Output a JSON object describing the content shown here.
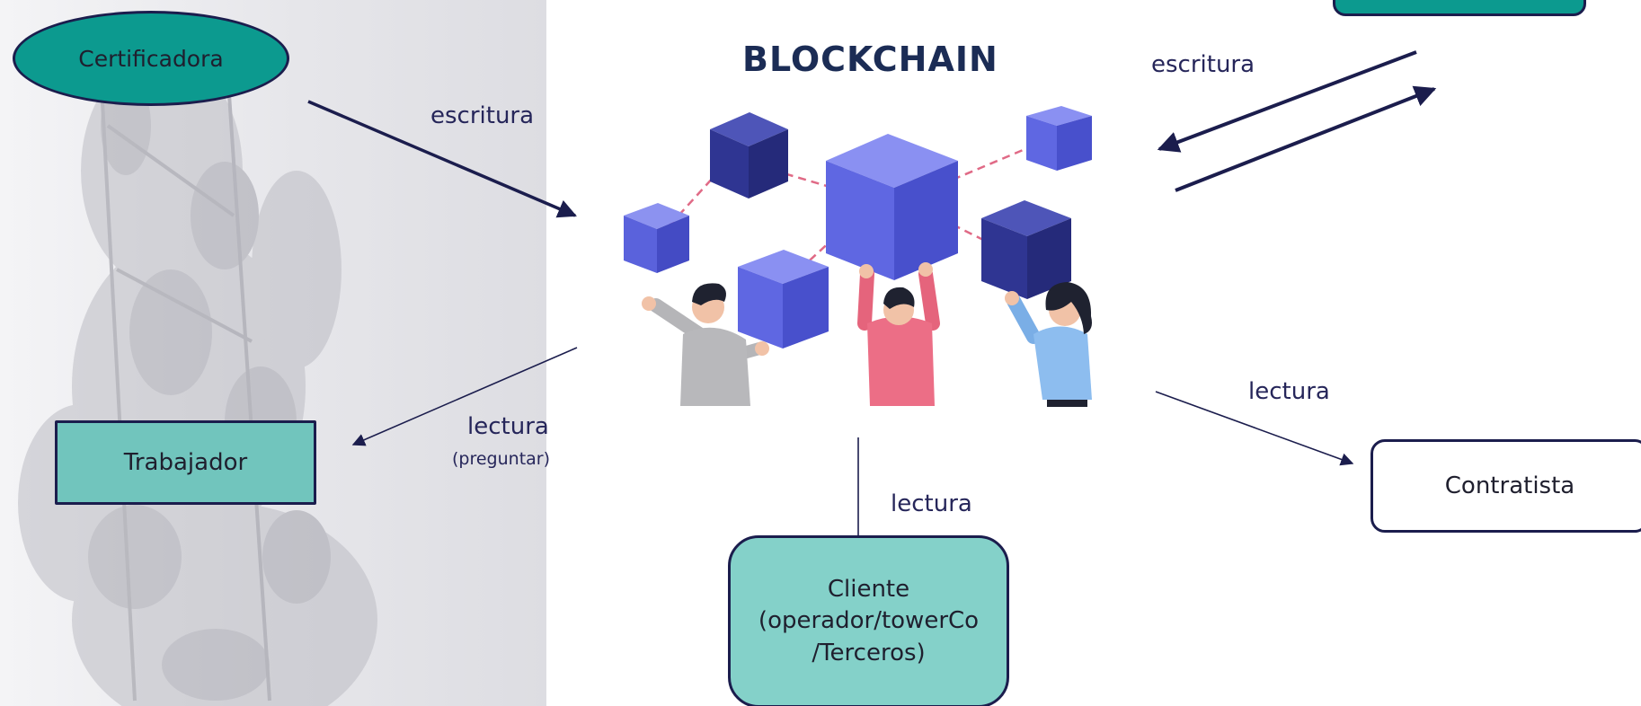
{
  "title": "BLOCKCHAIN",
  "nodes": {
    "certificadora": "Certificadora",
    "trabajador": "Trabajador",
    "contratista": "Contratista",
    "cliente": {
      "line1": "Cliente",
      "line2": "(operador/towerCo",
      "line3": "/Terceros)"
    }
  },
  "edges": {
    "certificadora_to_blockchain": "escritura",
    "right_top_exchange": "escritura",
    "blockchain_to_trabajador": "lectura",
    "blockchain_to_trabajador_note": "(preguntar)",
    "blockchain_to_cliente": "lectura",
    "blockchain_to_contratista": "lectura"
  },
  "colors": {
    "arrow": "#1b1d4d",
    "node_dark_teal": "#0c9a8f",
    "node_light_teal": "#71c5bd",
    "node_cliente": "#84d1c9",
    "cube_light": "#6169e0",
    "cube_dark": "#2f3592",
    "link_dash": "#e06a86",
    "title": "#1b2c55"
  },
  "icons": {
    "illustration": "people-lifting-blockchain-cubes"
  }
}
